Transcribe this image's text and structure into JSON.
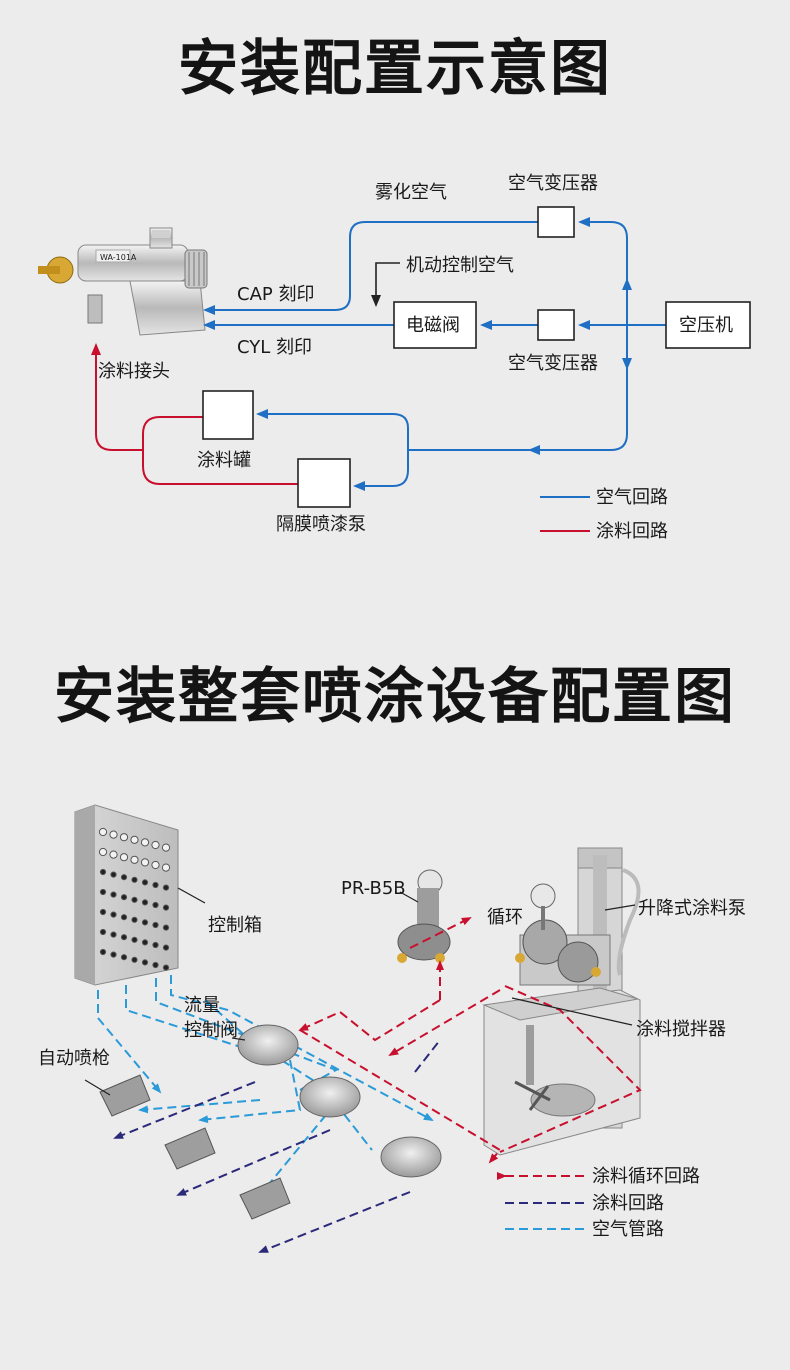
{
  "section1": {
    "title": "安装配置示意图",
    "gun_model": "WA-101A",
    "labels": {
      "atomizing_air": "雾化空气",
      "transformer_top": "空气变压器",
      "machine_air": "机动控制空气",
      "cap": "CAP 刻印",
      "cyl": "CYL 刻印",
      "solenoid": "电磁阀",
      "compressor": "空压机",
      "transformer_bottom": "空气变压器",
      "paint_joint": "涂料接头",
      "paint_tank": "涂料罐",
      "pump": "隔膜喷漆泵"
    },
    "legend": [
      {
        "label": "空气回路",
        "color": "#1f6fc4"
      },
      {
        "label": "涂料回路",
        "color": "#c8102e"
      }
    ]
  },
  "section2": {
    "title": "安装整套喷涂设备配置图",
    "labels": {
      "control_box": "控制箱",
      "model": "PR-B5B",
      "circulation": "循环",
      "lift_pump": "升降式涂料泵",
      "flow_valve_1": "流量",
      "flow_valve_2": "控制阀",
      "auto_gun": "自动喷枪",
      "mixer": "涂料搅拌器"
    },
    "legend": [
      {
        "label": "涂料循环回路",
        "color": "#c8102e"
      },
      {
        "label": "涂料回路",
        "color": "#2b2a7a"
      },
      {
        "label": "空气管路",
        "color": "#2a9ad8"
      }
    ]
  }
}
